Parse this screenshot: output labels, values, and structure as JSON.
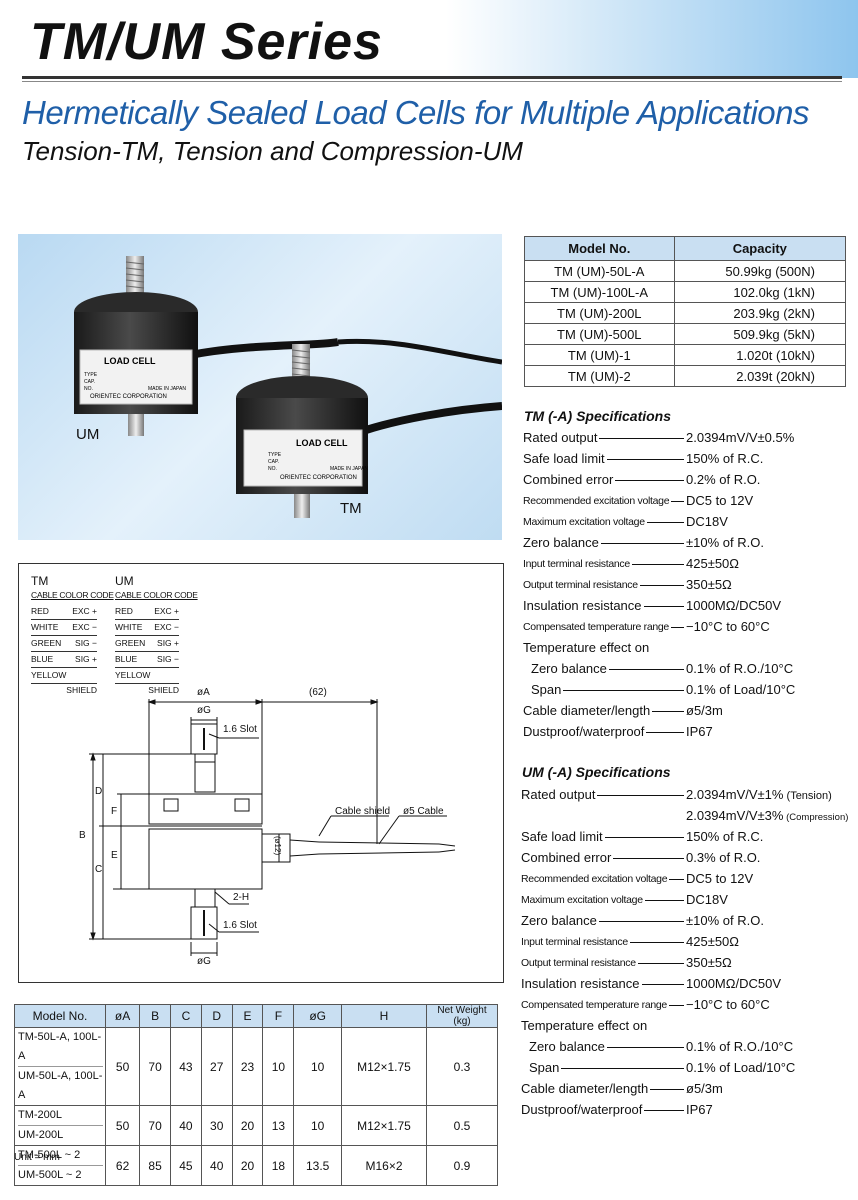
{
  "header": {
    "title": "TM/UM Series",
    "subtitle": "Hermetically Sealed Load Cells for Multiple Applications",
    "subtitle2": "Tension-TM, Tension and Compression-UM"
  },
  "photo": {
    "label_um": "UM",
    "label_tm": "TM",
    "cell_label": "LOAD CELL",
    "maker": "ORIENTEC CORPORATION",
    "made_in": "MADE IN JAPAN",
    "field_type": "TYPE",
    "field_cap": "CAP.",
    "field_no": "NO."
  },
  "capacity_table": {
    "headers": [
      "Model No.",
      "Capacity"
    ],
    "rows": [
      [
        "TM (UM)-50L-A",
        "50.99kg (500N)"
      ],
      [
        "TM (UM)-100L-A",
        "102.0kg (1kN)"
      ],
      [
        "TM (UM)-200L",
        "203.9kg (2kN)"
      ],
      [
        "TM (UM)-500L",
        "509.9kg (5kN)"
      ],
      [
        "TM (UM)-1",
        "1.020t (10kN)"
      ],
      [
        "TM (UM)-2",
        "2.039t (20kN)"
      ]
    ]
  },
  "tm_specs": {
    "heading": "TM (-A) Specifications",
    "rows": [
      {
        "label": "Rated output",
        "value": "2.0394mV/V±0.5%"
      },
      {
        "label": "Safe load limit",
        "value": "150% of R.C."
      },
      {
        "label": "Combined error",
        "value": "0.2% of R.O."
      },
      {
        "label": "Recommended excitation voltage",
        "value": "DC5 to 12V"
      },
      {
        "label": "Maximum excitation voltage",
        "value": "DC18V"
      },
      {
        "label": "Zero balance",
        "value": "±10% of R.O."
      },
      {
        "label": "Input terminal resistance",
        "value": "425±50Ω"
      },
      {
        "label": "Output terminal resistance",
        "value": "350±5Ω"
      },
      {
        "label": "Insulation resistance",
        "value": "1000MΩ/DC50V"
      },
      {
        "label": "Compensated temperature range",
        "value": "−10°C to 60°C"
      },
      {
        "label": "Temperature effect on",
        "value": ""
      },
      {
        "label": "Zero balance",
        "value": "0.1% of R.O./10°C"
      },
      {
        "label": "Span",
        "value": "0.1% of Load/10°C"
      },
      {
        "label": "Cable diameter/length",
        "value": "ø5/3m"
      },
      {
        "label": "Dustproof/waterproof",
        "value": "IP67"
      }
    ]
  },
  "um_specs": {
    "heading": "UM (-A) Specifications",
    "rows": [
      {
        "label": "Rated output",
        "value": "2.0394mV/V±1%",
        "note": "(Tension)"
      },
      {
        "label": "",
        "value": "2.0394mV/V±3%",
        "note": "(Compression)"
      },
      {
        "label": "Safe load limit",
        "value": "150% of R.C."
      },
      {
        "label": "Combined error",
        "value": "0.3% of R.O."
      },
      {
        "label": "Recommended excitation voltage",
        "value": "DC5 to 12V"
      },
      {
        "label": "Maximum excitation voltage",
        "value": "DC18V"
      },
      {
        "label": "Zero balance",
        "value": "±10% of R.O."
      },
      {
        "label": "Input terminal resistance",
        "value": "425±50Ω"
      },
      {
        "label": "Output terminal resistance",
        "value": "350±5Ω"
      },
      {
        "label": "Insulation resistance",
        "value": "1000MΩ/DC50V"
      },
      {
        "label": "Compensated temperature range",
        "value": "−10°C to 60°C"
      },
      {
        "label": "Temperature effect on",
        "value": ""
      },
      {
        "label": "Zero balance",
        "value": "0.1% of R.O./10°C"
      },
      {
        "label": "Span",
        "value": "0.1% of Load/10°C"
      },
      {
        "label": "Cable diameter/length",
        "value": "ø5/3m"
      },
      {
        "label": "Dustproof/waterproof",
        "value": "IP67"
      }
    ]
  },
  "cable_codes": {
    "tm": {
      "title": "TM",
      "subtitle": "CABLE COLOR CODE",
      "rows": [
        [
          "RED",
          "EXC +"
        ],
        [
          "WHITE",
          "EXC −"
        ],
        [
          "GREEN",
          "SIG −"
        ],
        [
          "BLUE",
          "SIG +"
        ],
        [
          "YELLOW",
          "SHIELD"
        ]
      ]
    },
    "um": {
      "title": "UM",
      "subtitle": "CABLE COLOR CODE",
      "rows": [
        [
          "RED",
          "EXC +"
        ],
        [
          "WHITE",
          "EXC −"
        ],
        [
          "GREEN",
          "SIG +"
        ],
        [
          "BLUE",
          "SIG −"
        ],
        [
          "YELLOW",
          "SHIELD"
        ]
      ]
    }
  },
  "drawing_labels": {
    "dia_a": "øA",
    "len62": "(62)",
    "dia_g": "øG",
    "slot": "1.6 Slot",
    "d": "D",
    "f": "F",
    "b": "B",
    "e": "E",
    "c": "C",
    "phi12": "(ø12)",
    "cable_shield": "Cable shield",
    "cable5": "ø5 Cable",
    "two_h": "2-H"
  },
  "dim_table": {
    "headers": [
      "Model No.",
      "øA",
      "B",
      "C",
      "D",
      "E",
      "F",
      "øG",
      "H",
      "Net Weight (kg)"
    ],
    "rows": [
      {
        "models": [
          "TM-50L-A, 100L-A",
          "UM-50L-A, 100L-A"
        ],
        "values": [
          "50",
          "70",
          "43",
          "27",
          "23",
          "10",
          "10",
          "M12×1.75",
          "0.3"
        ]
      },
      {
        "models": [
          "TM-200L",
          "UM-200L"
        ],
        "values": [
          "50",
          "70",
          "40",
          "30",
          "20",
          "13",
          "10",
          "M12×1.75",
          "0.5"
        ]
      },
      {
        "models": [
          "TM-500L ~ 2",
          "UM-500L ~ 2"
        ],
        "values": [
          "62",
          "85",
          "45",
          "40",
          "20",
          "18",
          "13.5",
          "M16×2",
          "0.9"
        ]
      }
    ],
    "unit_note": "Unit = mm"
  }
}
